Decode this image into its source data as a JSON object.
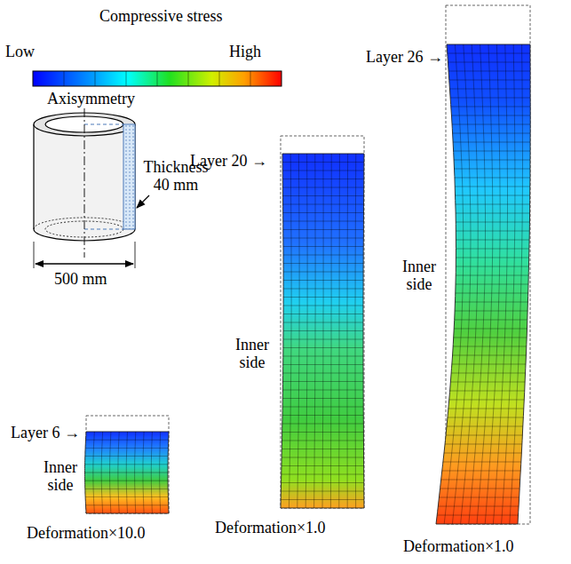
{
  "diagram": {
    "labels": [
      "Compressive stress",
      "Low",
      "High",
      "Axisymmetry",
      "Thickness 40 mm",
      "500 mm",
      "Layer 26 →",
      "Layer 20 →",
      "Inner side",
      "Inner side",
      "Layer 6 →",
      "Inner side",
      "Deformation×10.0",
      "Deformation×1.0",
      "Deformation×1.0"
    ]
  }
}
